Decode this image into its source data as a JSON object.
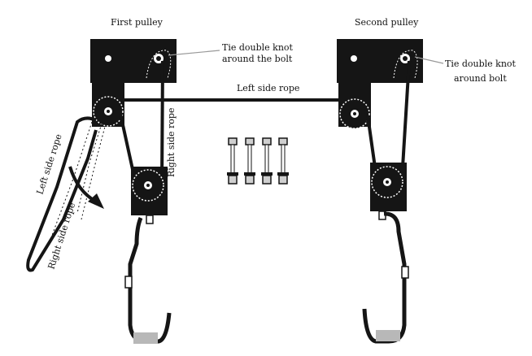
{
  "labels": {
    "first_pulley": "First pulley",
    "second_pulley": "Second pulley",
    "tie_knot_1_line1": "Tie double knot",
    "tie_knot_1_line2": "around the bolt",
    "tie_knot_2_line1": "Tie double knot",
    "tie_knot_2_line2": "around bolt",
    "left_side_rope_top": "Left side rope",
    "right_side_rope_vertical": "Right side rope",
    "left_side_rope_diag": "Left side rope",
    "right_side_rope_diag": "Right side rope"
  },
  "colors": {
    "ink": "#111111",
    "bracket": "#151515",
    "pad": "#b8b8b8",
    "bolt_gray": "#cfcfcf"
  }
}
